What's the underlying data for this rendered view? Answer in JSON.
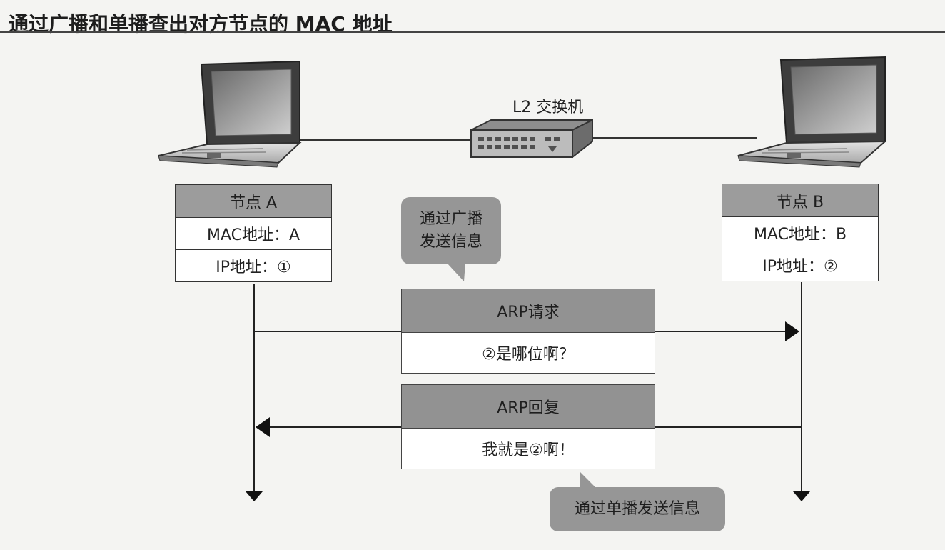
{
  "title": "通过广播和单播查出对方节点的 MAC 地址",
  "switch": {
    "label": "L2 交换机"
  },
  "node_a": {
    "name": "节点 A",
    "mac": "MAC地址：A",
    "ip": "IP地址：①"
  },
  "node_b": {
    "name": "节点 B",
    "mac": "MAC地址：B",
    "ip": "IP地址：②"
  },
  "arp_request": {
    "title": "ARP请求",
    "body": "②是哪位啊？"
  },
  "arp_reply": {
    "title": "ARP回复",
    "body": "我就是②啊！"
  },
  "broadcast_note": {
    "line1": "通过广播",
    "line2": "发送信息"
  },
  "unicast_note": {
    "text": "通过单播发送信息"
  }
}
